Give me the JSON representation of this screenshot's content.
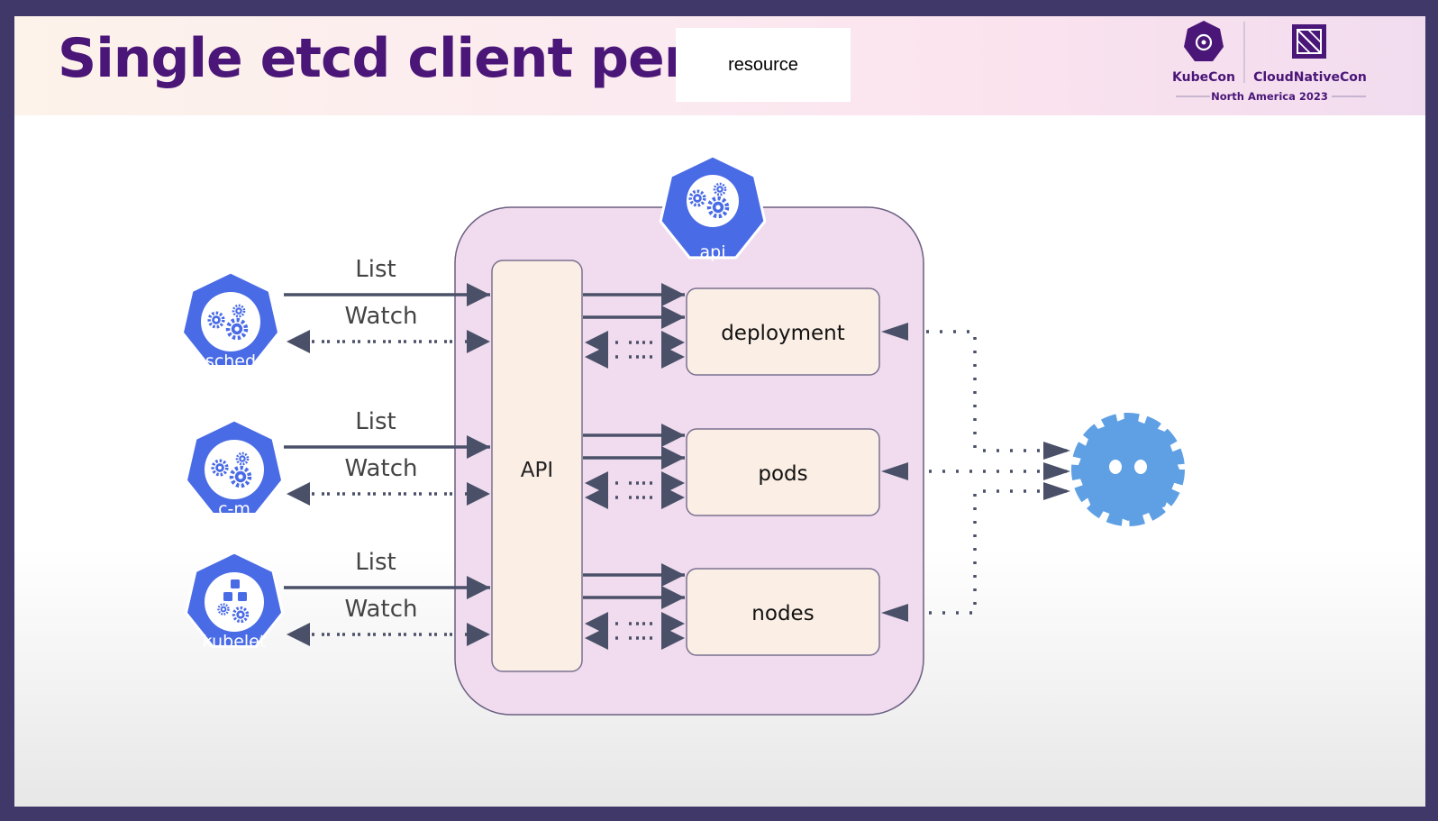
{
  "slide": {
    "title": "Single etcd client per",
    "title_box": "resource"
  },
  "event_logos": {
    "kubecon": "KubeCon",
    "cloudnativecon": "CloudNativeCon",
    "event": "North America 2023",
    "kubecon_icon": "helm-wheel-icon",
    "cncf_icon": "cncf-square-icon"
  },
  "diagram": {
    "api_server_label": "api",
    "api_bar_label": "API",
    "clients": [
      {
        "label": "sched",
        "list": "List",
        "watch": "Watch",
        "icon": "gears-icon"
      },
      {
        "label": "c-m",
        "list": "List",
        "watch": "Watch",
        "icon": "gears-icon"
      },
      {
        "label": "kubelet",
        "list": "List",
        "watch": "Watch",
        "icon": "cubes-gear-icon"
      }
    ],
    "resources": [
      {
        "label": "deployment"
      },
      {
        "label": "pods"
      },
      {
        "label": "nodes"
      }
    ],
    "etcd_icon": "etcd-icon"
  },
  "colors": {
    "title": "#4a1678",
    "k8s_blue": "#4a6be6",
    "etcd_blue": "#5fa0e5",
    "arrow": "#4a5068",
    "api_box_fill": "#f0dcee",
    "resource_fill": "#fbeee5"
  }
}
